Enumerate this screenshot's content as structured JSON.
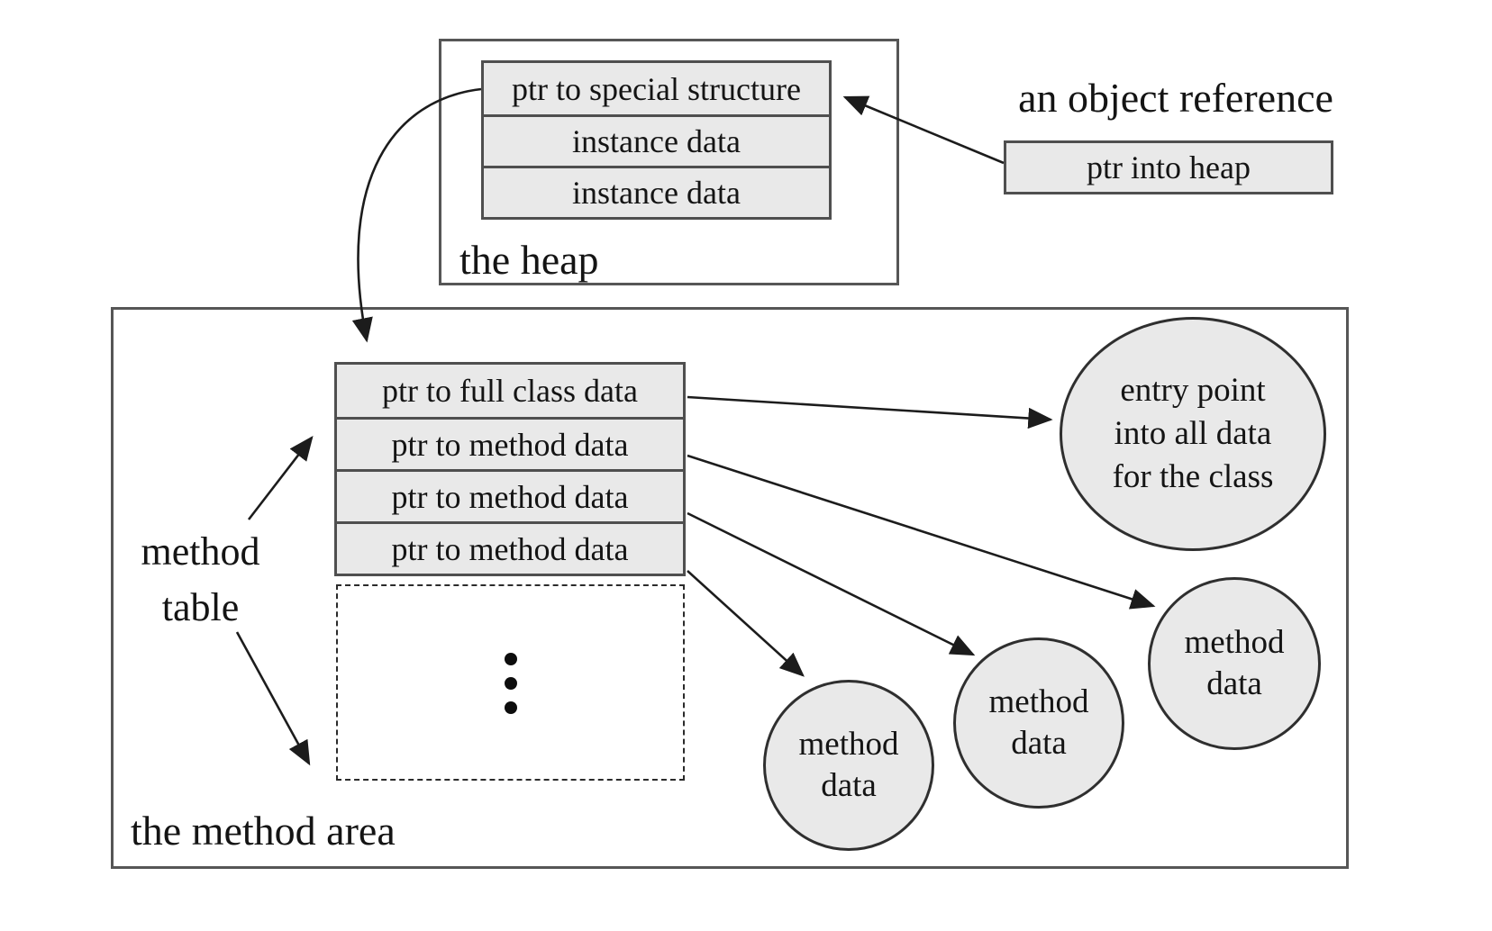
{
  "heap": {
    "label": "the heap",
    "object_rows": [
      "ptr to special structure",
      "instance data",
      "instance data"
    ]
  },
  "object_reference": {
    "title": "an object reference",
    "pointer_label": "ptr into heap"
  },
  "method_area": {
    "label": "the method area",
    "table_label": {
      "line1": "method",
      "line2": "table"
    },
    "table_rows": [
      "ptr to full class data",
      "ptr to method data",
      "ptr to method data",
      "ptr to method data"
    ],
    "table_continuation_icon": "vertical-ellipsis",
    "entry_circle": {
      "line1": "entry point",
      "line2": "into all data",
      "line3": "for the class"
    },
    "data_circles": [
      {
        "line1": "method",
        "line2": "data"
      },
      {
        "line1": "method",
        "line2": "data"
      },
      {
        "line1": "method",
        "line2": "data"
      }
    ]
  },
  "colors": {
    "cell_fill": "#e9e9e9",
    "box_border": "#4f4f4f",
    "text": "#141414",
    "arrow": "#1c1c1c",
    "background": "#ffffff"
  }
}
